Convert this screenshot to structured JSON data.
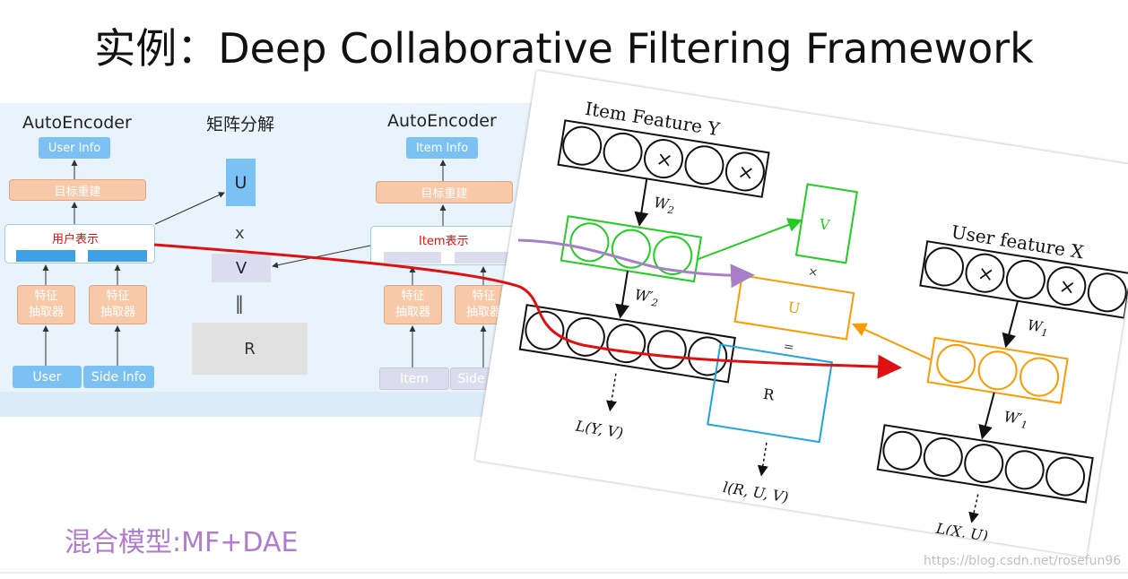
{
  "title": "实例：Deep Collaborative Filtering Framework",
  "left_ae": {
    "title": "AutoEncoder",
    "info": "User Info",
    "recon": "目标重建",
    "repr": "用户表示",
    "extractor1": "特征\n抽取器",
    "extractor2": "特征\n抽取器",
    "input1": "User",
    "input2": "Side Info"
  },
  "mf": {
    "title": "矩阵分解",
    "u": "U",
    "times": "x",
    "v": "V",
    "eq": "‖",
    "r": "R"
  },
  "right_ae": {
    "title": "AutoEncoder",
    "info": "Item Info",
    "recon": "目标重建",
    "repr": "Item表示",
    "extractor1": "特征\n抽取器",
    "extractor2": "特征\n抽取器",
    "input1": "Item",
    "input2": "Side Info"
  },
  "paper": {
    "item_feature": "Item Feature Y",
    "user_feature": "User feature X",
    "w2": "W",
    "w2_sub": "2",
    "w2p": "W′",
    "w2p_sub": "2",
    "w1": "W",
    "w1_sub": "1",
    "w1p": "W′",
    "w1p_sub": "1",
    "v": "V",
    "u": "U",
    "r": "R",
    "times": "×",
    "eq": "=",
    "cross": "×",
    "loss_yv": "L(Y, V)",
    "loss_ruv": "l(R, U, V)",
    "loss_xu": "L(X, U)"
  },
  "hybrid_label": "混合模型:MF+DAE",
  "watermark": "https://blog.csdn.net/rosefun96",
  "colors": {
    "green": "#22cc22",
    "orange": "#ff9900",
    "cyan": "#1fa3e0",
    "red": "#e01010",
    "purple": "#a77fc9",
    "blue": "#7cc1f3",
    "peach": "#f7c9a9"
  }
}
